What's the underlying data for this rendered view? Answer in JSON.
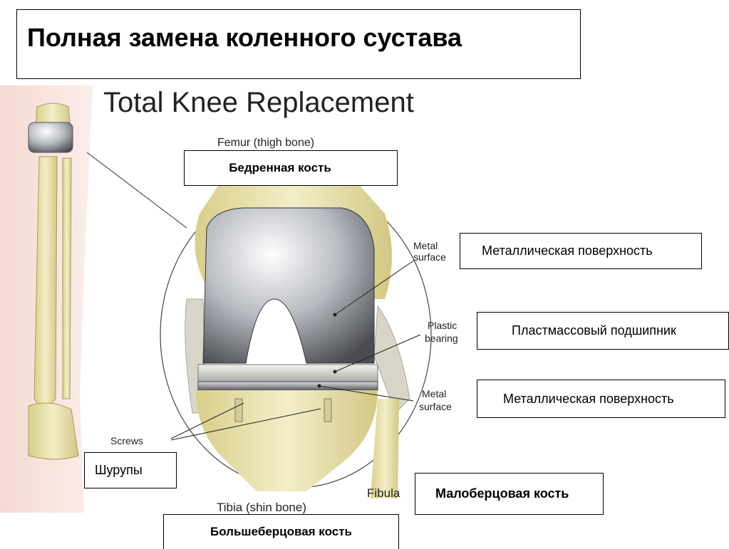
{
  "title_ru": "Полная замена коленного сустава",
  "title_en": "Total Knee Replacement",
  "labels_en": {
    "femur": "Femur (thigh bone)",
    "metal_surface_top_1": "Metal",
    "metal_surface_top_2": "surface",
    "plastic_1": "Plastic",
    "plastic_2": "bearing",
    "metal_surface_bottom_1": "Metal",
    "metal_surface_bottom_2": "surface",
    "screws": "Screws",
    "fibula": "Fibula",
    "tibia": "Tibia (shin bone)"
  },
  "labels_ru": {
    "femur": "Бедренная кость",
    "metal_surface_top": "Металлическая поверхность",
    "plastic": "Пластмассовый подшипник",
    "metal_surface_bottom": "Металлическая поверхность",
    "screws": "Шурупы",
    "fibula": "Малоберцовая кость",
    "tibia": "Большеберцовая кость"
  }
}
